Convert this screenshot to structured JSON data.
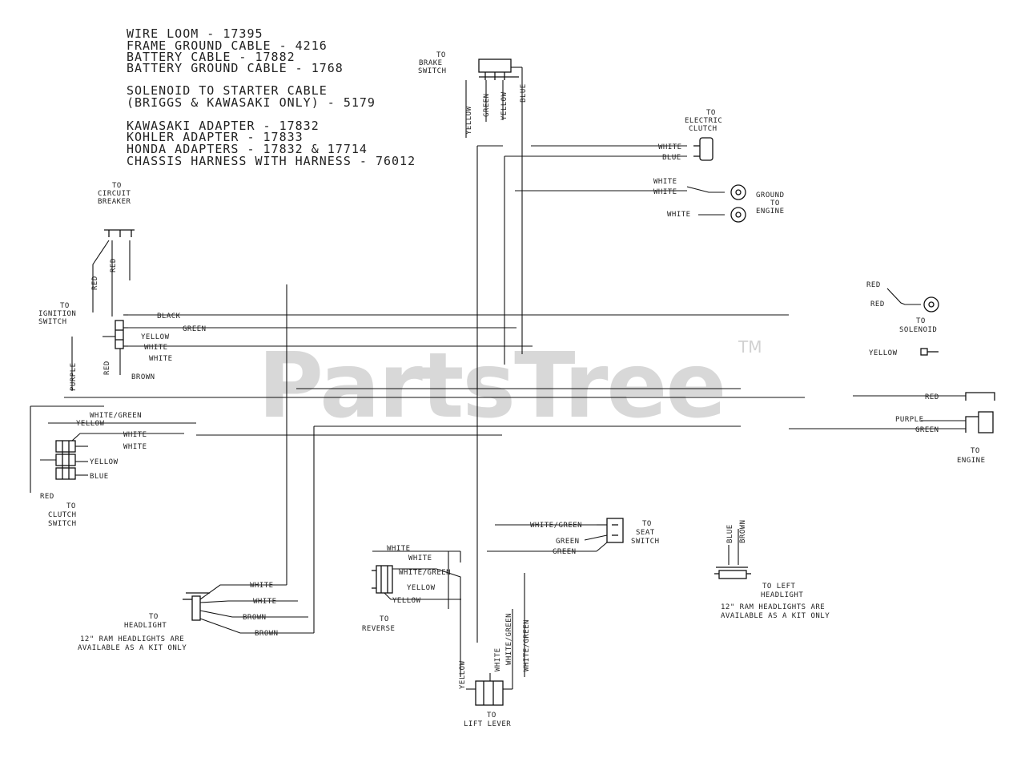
{
  "header_notes": [
    "WIRE LOOM - 17395",
    "FRAME GROUND CABLE - 4216",
    "BATTERY CABLE - 17882",
    "BATTERY GROUND CABLE - 1768",
    "SOLENOID TO STARTER CABLE",
    "(BRIGGS & KAWASAKI ONLY) - 5179",
    "KAWASAKI ADAPTER - 17832",
    "KOHLER ADAPTER - 17833",
    "HONDA ADAPTERS - 17832 & 17714",
    "CHASSIS HARNESS WITH HARNESS - 76012"
  ],
  "labels": {
    "brake_to": "TO",
    "brake_name": "BRAKE",
    "brake_switch": "SWITCH",
    "brake_wires": [
      "YELLOW",
      "GREEN",
      "YELLOW",
      "BLUE"
    ],
    "elec_clutch_to": "TO",
    "elec_clutch_1": "ELECTRIC",
    "elec_clutch_2": "CLUTCH",
    "ec_white": "WHITE",
    "ec_blue": "BLUE",
    "white1": "WHITE",
    "white2": "WHITE",
    "white3": "WHITE",
    "ground_1": "GROUND",
    "ground_2": "TO",
    "ground_3": "ENGINE",
    "cb_to": "TO",
    "cb_1": "CIRCUIT",
    "cb_2": "BREAKER",
    "cb_wire": "RED",
    "cb_wire2": "RED",
    "ign_to": "TO",
    "ign_1": "IGNITION",
    "ign_2": "SWITCH",
    "ign_vert": "PURPLE",
    "ign_red": "RED",
    "ign_black": "BLACK",
    "ign_green": "GREEN",
    "ign_yellow": "YELLOW",
    "ign_white": "WHITE",
    "ign_white2": "WHITE",
    "ign_brown": "BROWN",
    "sol_red1": "RED",
    "sol_red2": "RED",
    "sol_to": "TO",
    "sol_name": "SOLENOID",
    "sol_yellow": "YELLOW",
    "eng_red": "RED",
    "eng_purple": "PURPLE",
    "eng_green": "GREEN",
    "eng_to": "TO",
    "eng_name": "ENGINE",
    "cl_wg": "WHITE/GREEN",
    "cl_yellow": "YELLOW",
    "cl_white": "WHITE",
    "cl_white2": "WHITE",
    "cl_yellow2": "YELLOW",
    "cl_blue": "BLUE",
    "cl_red": "RED",
    "cl_to": "TO",
    "cl_1": "CLUTCH",
    "cl_2": "SWITCH",
    "ss_wg": "WHITE/GREEN",
    "ss_green": "GREEN",
    "ss_green2": "GREEN",
    "ss_to": "TO",
    "ss_1": "SEAT",
    "ss_2": "SWITCH",
    "hl_white": "WHITE",
    "hl_white2": "WHITE",
    "hl_brown": "BROWN",
    "hl_brown2": "BROWN",
    "hl_to": "TO",
    "hl_name": "HEADLIGHT",
    "hl_note1": "12\" RAM HEADLIGHTS ARE",
    "hl_note2": "AVAILABLE AS A KIT ONLY",
    "rv_white": "WHITE",
    "rv_white2": "WHITE",
    "rv_wg": "WHITE/GREEN",
    "rv_yellow": "YELLOW",
    "rv_yellow2": "YELLOW",
    "rv_to": "TO",
    "rv_name": "REVERSE",
    "lv_yellow": "YELLOW",
    "lv_white": "WHITE",
    "lv_wg": "WHITE/GREEN",
    "lv_wg2": "WHITE/GREEN",
    "lv_to": "TO",
    "lv_name": "LIFT LEVER",
    "rh_blue": "BLUE",
    "rh_brown": "BROWN",
    "rh_to": "TO LEFT",
    "rh_name": "HEADLIGHT",
    "rh_note1": "12\" RAM HEADLIGHTS ARE",
    "rh_note2": "AVAILABLE AS A KIT ONLY"
  },
  "watermark": "PartsTree",
  "trademark": "TM"
}
